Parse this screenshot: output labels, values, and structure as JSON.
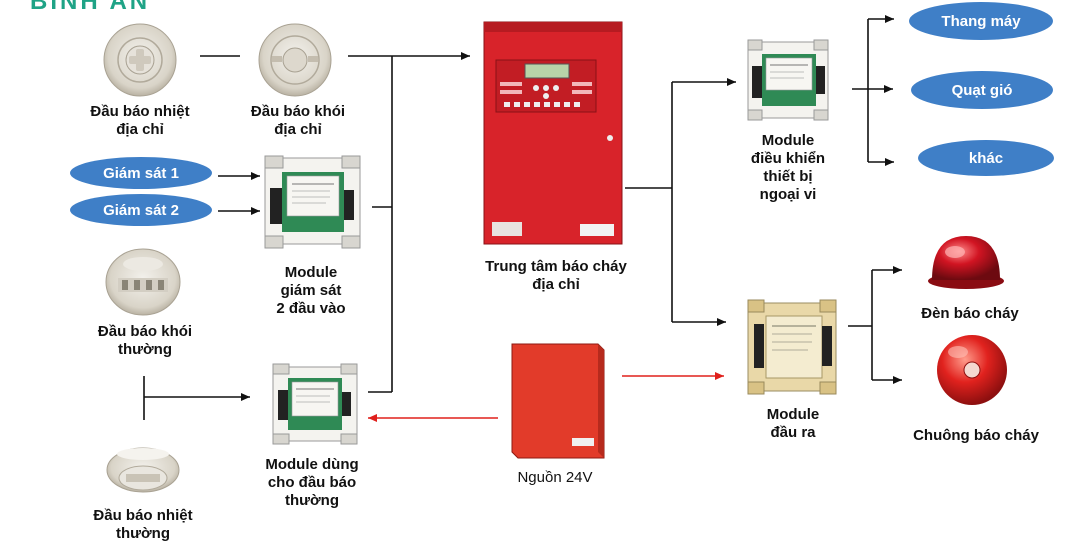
{
  "brand": "BINH AN",
  "colors": {
    "pill": "#3f7fc7",
    "panel_red": "#d8232a",
    "power_red": "#e23b2a",
    "red_arrow": "#e0201c",
    "black_line": "#111111"
  },
  "labels": {
    "heat_addr": [
      "Đầu báo nhiệt",
      "địa chỉ"
    ],
    "smoke_addr": [
      "Đầu báo khói",
      "địa chỉ"
    ],
    "monitor_module": [
      "Module",
      "giám sát",
      "2 đầu vào"
    ],
    "smoke_conv": [
      "Đầu báo khói",
      "thường"
    ],
    "conv_module": [
      "Module dùng",
      "cho đầu báo",
      "thường"
    ],
    "heat_conv": [
      "Đầu báo nhiệt",
      "thường"
    ],
    "panel": [
      "Trung tâm báo cháy",
      "địa chỉ"
    ],
    "power": [
      "Nguồn 24V"
    ],
    "control_module": [
      "Module",
      "điều khiển",
      "thiết bị",
      "ngoại vi"
    ],
    "output_module": [
      "Module",
      "đầu ra"
    ],
    "strobe": [
      "Đèn báo cháy"
    ],
    "bell": [
      "Chuông báo cháy"
    ]
  },
  "pills": {
    "monitor1": "Giám sát 1",
    "monitor2": "Giám sát 2",
    "elevator": "Thang máy",
    "fan": "Quạt gió",
    "other": "khác"
  }
}
